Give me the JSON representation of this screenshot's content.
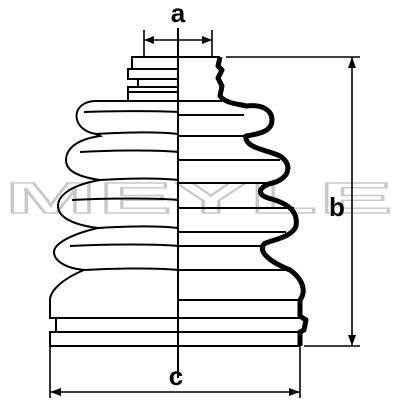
{
  "watermark": "MEYLE",
  "labels": {
    "a": "a",
    "b": "b",
    "c": "c"
  },
  "colors": {
    "line": "#000000",
    "background": "#ffffff",
    "watermark": "#c9c9c9"
  }
}
